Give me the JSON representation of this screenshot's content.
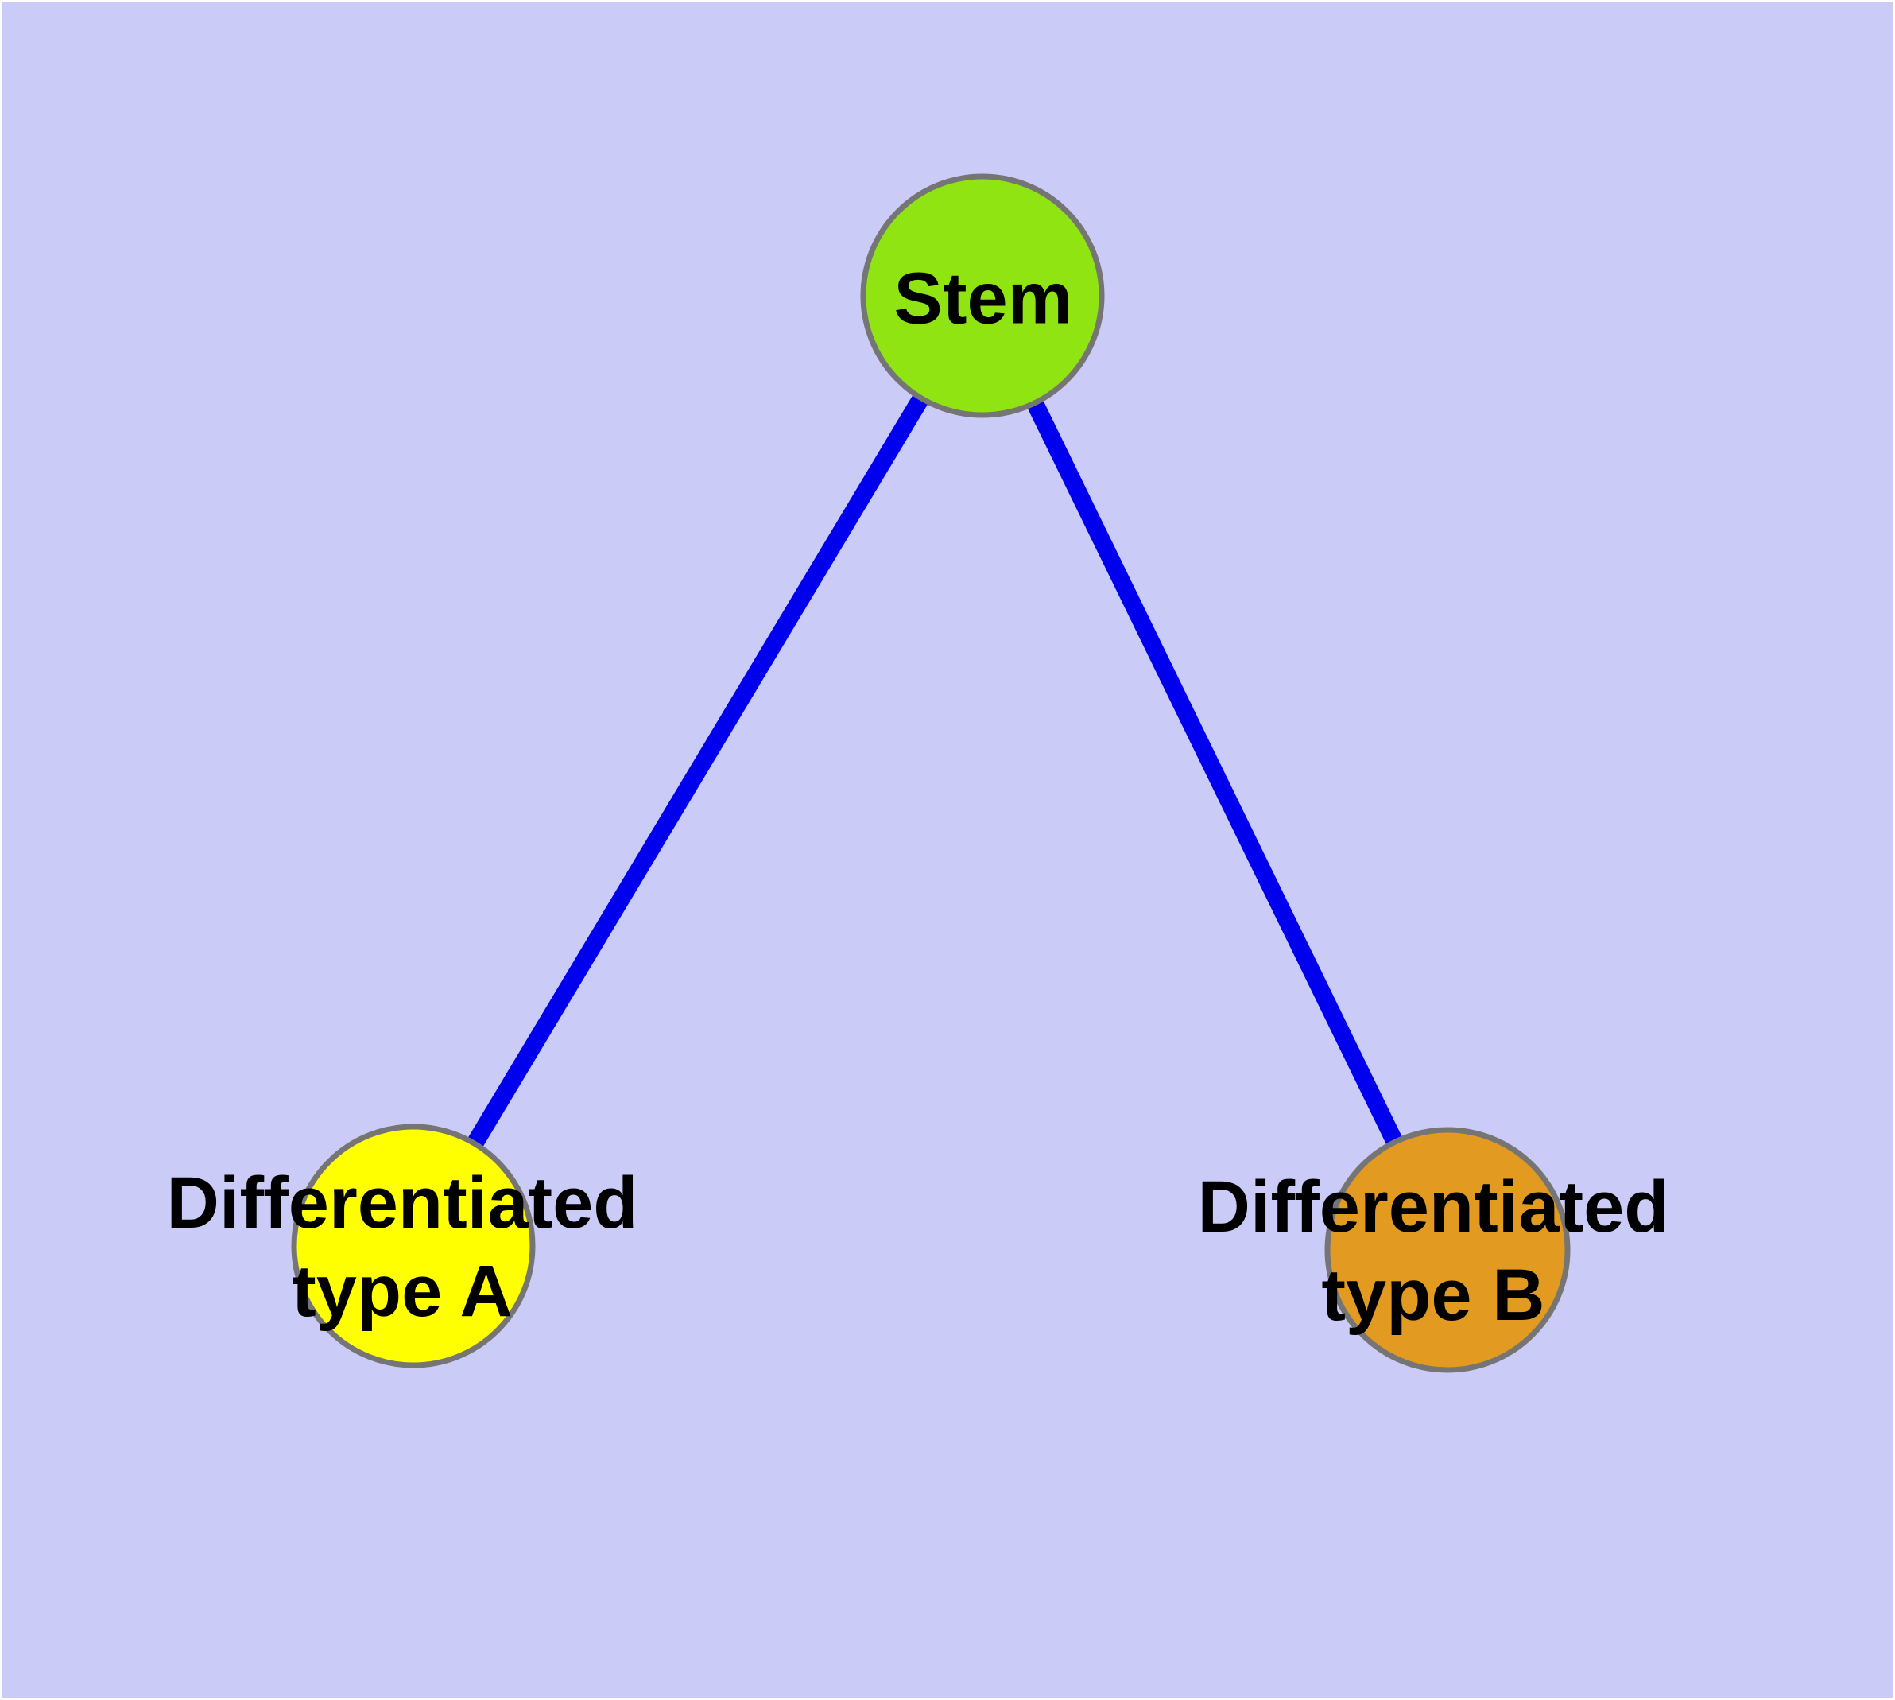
{
  "diagram": {
    "type": "node-link-graph",
    "background_color": "#CBCBF8",
    "page_margin_color": "#FFFFFF",
    "edge": {
      "color": "#0000EE",
      "width": 22
    },
    "node_border": {
      "color": "#757575",
      "width": 7
    },
    "label_color": "#000000",
    "nodes": [
      {
        "id": "stem",
        "label": "Stem",
        "lines": [
          "Stem"
        ],
        "fill": "#8FE412"
      },
      {
        "id": "differentiated-type-a",
        "label": "Differentiated type A",
        "lines": [
          "Differentiated",
          "type A"
        ],
        "fill": "#FFFF00"
      },
      {
        "id": "differentiated-type-b",
        "label": "Differentiated type B",
        "lines": [
          "Differentiated",
          "type B"
        ],
        "fill": "#E29A20"
      }
    ],
    "edges": [
      {
        "from": "stem",
        "to": "differentiated-type-a"
      },
      {
        "from": "stem",
        "to": "differentiated-type-b"
      }
    ]
  }
}
